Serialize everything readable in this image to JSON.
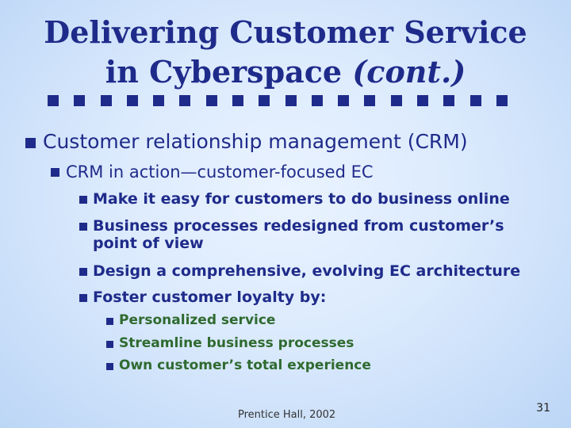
{
  "slide": {
    "title_line1": "Delivering Customer Service",
    "title_line2": "in Cyberspace",
    "title_suffix": "(cont.)",
    "bullets": {
      "level1": "Customer relationship management (CRM)",
      "level2": "CRM in action—customer-focused EC",
      "level3": [
        "Make it easy for customers to do business online",
        "Business processes redesigned from customer’s point of view",
        "Design a comprehensive, evolving EC architecture",
        "Foster customer loyalty by:"
      ],
      "level4": [
        "Personalized service",
        "Streamline business processes",
        "Own customer’s total experience"
      ]
    },
    "footer": "Prentice Hall, 2002",
    "page_number": "31"
  },
  "colors": {
    "title_blue": "#1f2b8a",
    "sub_green": "#2f6a2f",
    "background": "#dbeafd"
  },
  "icons": {
    "bullet_marker": "square-bullet-icon",
    "separator_marker": "square-bullet-icon"
  }
}
